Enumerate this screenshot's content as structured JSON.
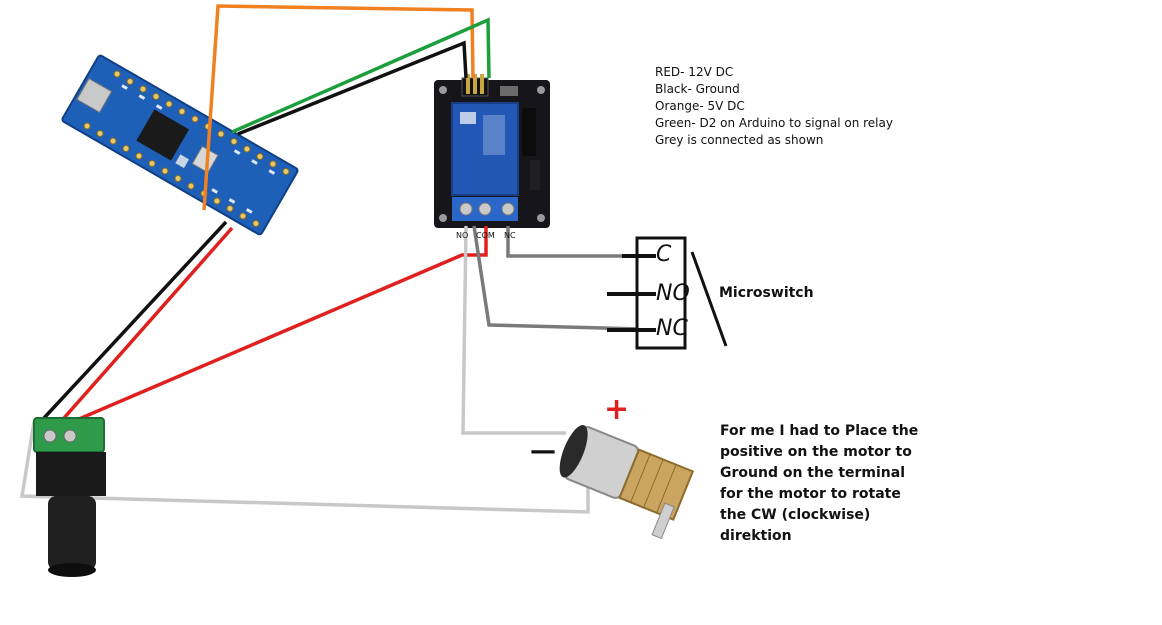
{
  "legend": {
    "red": "RED- 12V DC",
    "black": "Black- Ground",
    "orange": "Orange- 5V DC",
    "green": "Green- D2 on Arduino to signal on relay",
    "grey": "Grey is connected as shown"
  },
  "relay": {
    "terminals": [
      "NO",
      "COM",
      "NC"
    ]
  },
  "microswitch": {
    "label": "Microswitch",
    "pins": [
      "C",
      "NO",
      "NC"
    ]
  },
  "motor": {
    "plus": "+",
    "minus": "—"
  },
  "note": {
    "lines": [
      "For me I had to Place the",
      "positive on the motor to",
      "Ground on the terminal",
      "for the motor to rotate",
      "the CW (clockwise)",
      "direktion"
    ]
  },
  "colors": {
    "red": "#e0201e",
    "black": "#111111",
    "orange": "#f08020",
    "green": "#1c9e3a",
    "grey_light": "#c8c8c8",
    "grey_dark": "#7a7a7a",
    "arduino_blue": "#1e5fb8",
    "relay_board": "#15151a",
    "relay_blue": "#2257b5",
    "terminal_blue": "#2a67c9",
    "jack_green": "#2e9a4a"
  }
}
